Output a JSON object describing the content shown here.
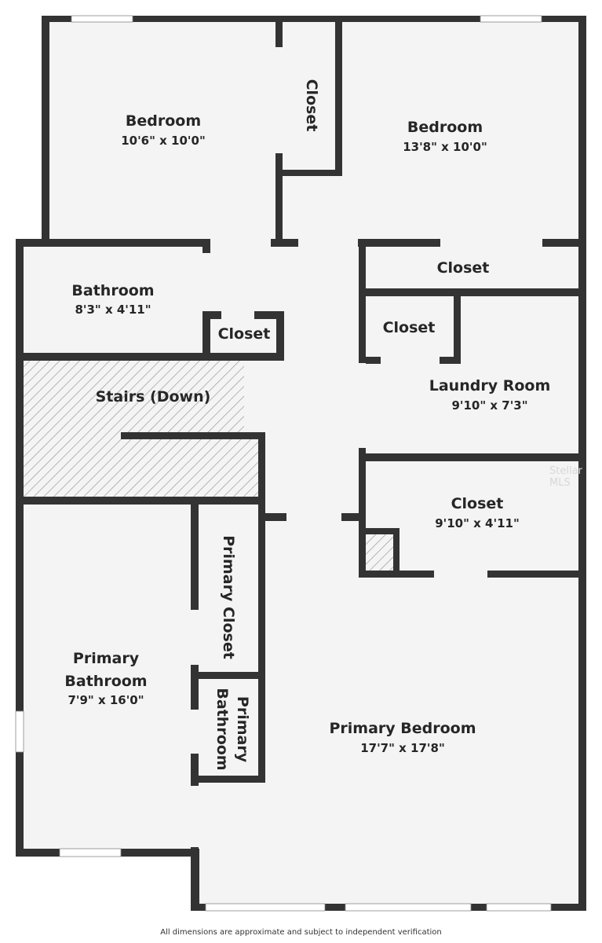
{
  "colors": {
    "wall": "#333333",
    "floor": "#f4f4f4",
    "window": "#ffffff",
    "hatch": "#9a9a9a"
  },
  "rooms": {
    "bedroom_left": {
      "name": "Bedroom",
      "dims": "10'6\" x 10'0\""
    },
    "closet_top": {
      "name": "Closet"
    },
    "bedroom_right": {
      "name": "Bedroom",
      "dims": "13'8\" x 10'0\""
    },
    "bathroom": {
      "name": "Bathroom",
      "dims": "8'3\" x 4'11\""
    },
    "closet_small": {
      "name": "Closet"
    },
    "closet_right_top": {
      "name": "Closet"
    },
    "closet_laundry": {
      "name": "Closet"
    },
    "laundry": {
      "name": "Laundry Room",
      "dims": "9'10\" x 7'3\""
    },
    "stairs": {
      "name": "Stairs (Down)"
    },
    "closet_right_mid": {
      "name": "Closet",
      "dims": "9'10\" x 4'11\""
    },
    "primary_closet": {
      "name": "Primary Closet"
    },
    "primary_bathroom": {
      "name_line1": "Primary",
      "name_line2": "Bathroom",
      "dims": "7'9\" x 16'0\""
    },
    "primary_wc": {
      "name_line1": "Primary",
      "name_line2": "Bathroom"
    },
    "primary_bedroom": {
      "name": "Primary Bedroom",
      "dims": "17'7\" x 17'8\""
    }
  },
  "watermark": "Stellar MLS",
  "disclaimer": "All dimensions are approximate and subject to independent verification"
}
